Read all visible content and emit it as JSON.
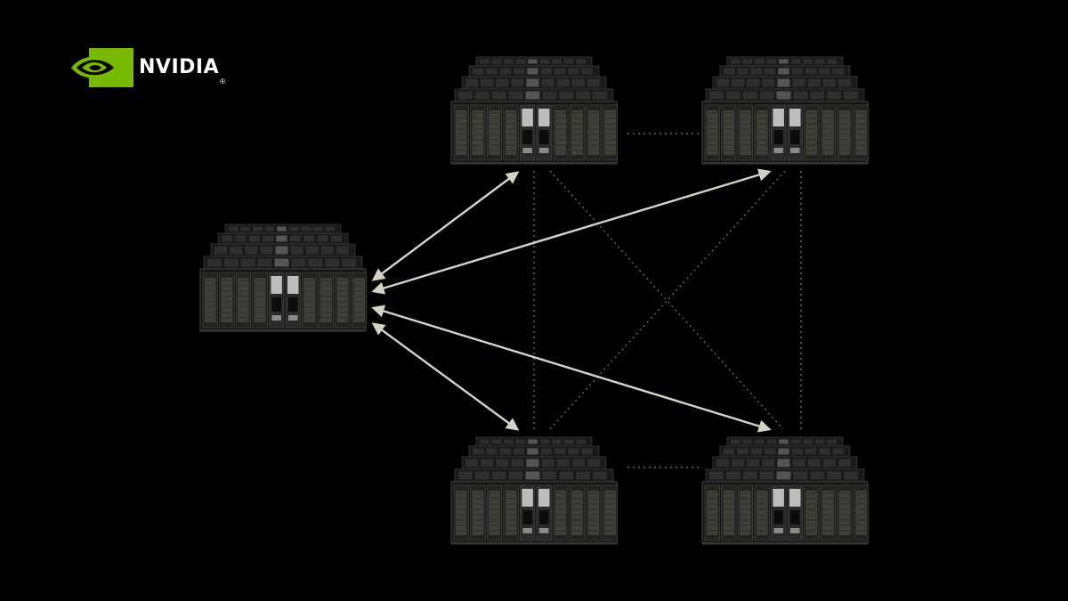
{
  "brand": {
    "name": "NVIDIA",
    "registered_mark": "®",
    "accent": "#76B900",
    "icon": "nvidia-eye-icon"
  },
  "diagram": {
    "background": "#000000",
    "node_type": "server-cluster",
    "nodes": [
      {
        "id": "hub"
      },
      {
        "id": "top-left"
      },
      {
        "id": "top-right"
      },
      {
        "id": "bottom-left"
      },
      {
        "id": "bottom-right"
      }
    ],
    "links_bidirectional": [
      {
        "from": "hub",
        "to": "top-left"
      },
      {
        "from": "hub",
        "to": "top-right"
      },
      {
        "from": "hub",
        "to": "bottom-left"
      },
      {
        "from": "hub",
        "to": "bottom-right"
      }
    ],
    "links_dotted": [
      {
        "from": "top-left",
        "to": "top-right"
      },
      {
        "from": "bottom-left",
        "to": "bottom-right"
      },
      {
        "from": "top-left",
        "to": "bottom-left"
      },
      {
        "from": "top-right",
        "to": "bottom-right"
      },
      {
        "from": "top-left",
        "to": "bottom-right"
      },
      {
        "from": "top-right",
        "to": "bottom-left"
      }
    ],
    "arrow_color": "#D6D3C4",
    "dotted_color": "#7A7A7A"
  }
}
